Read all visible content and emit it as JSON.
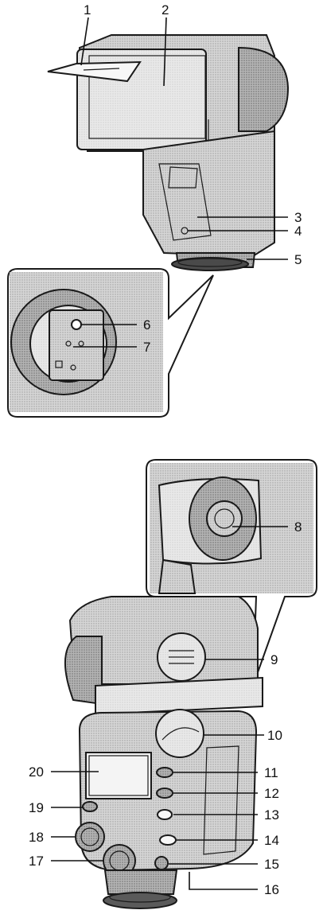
{
  "figure": {
    "callouts": [
      {
        "id": 1,
        "label": "1"
      },
      {
        "id": 2,
        "label": "2"
      },
      {
        "id": 3,
        "label": "3"
      },
      {
        "id": 4,
        "label": "4"
      },
      {
        "id": 5,
        "label": "5"
      },
      {
        "id": 6,
        "label": "6"
      },
      {
        "id": 7,
        "label": "7"
      },
      {
        "id": 8,
        "label": "8"
      },
      {
        "id": 9,
        "label": "9"
      },
      {
        "id": 10,
        "label": "10"
      },
      {
        "id": 11,
        "label": "11"
      },
      {
        "id": 12,
        "label": "12"
      },
      {
        "id": 13,
        "label": "13"
      },
      {
        "id": 14,
        "label": "14"
      },
      {
        "id": 15,
        "label": "15"
      },
      {
        "id": 16,
        "label": "16"
      },
      {
        "id": 17,
        "label": "17"
      },
      {
        "id": 18,
        "label": "18"
      },
      {
        "id": 19,
        "label": "19"
      },
      {
        "id": 20,
        "label": "20"
      }
    ],
    "colors": {
      "ink": "#111111",
      "body_light": "#d9d9d9",
      "body_mid": "#bdbdbd",
      "body_dark": "#8e8e8e",
      "panel_white": "#f4f4f4"
    }
  }
}
